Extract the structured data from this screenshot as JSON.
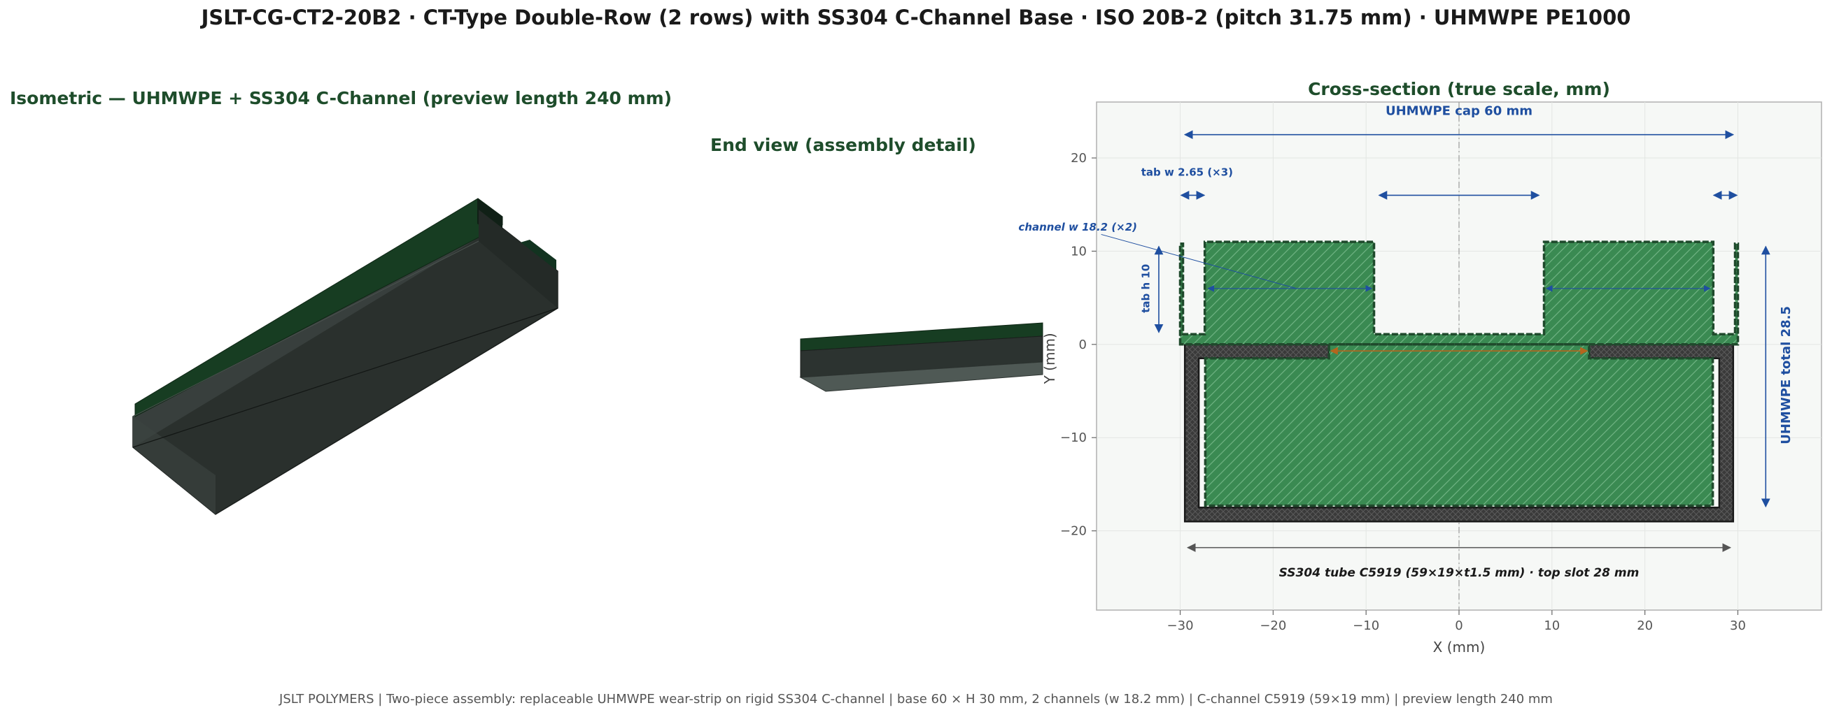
{
  "title": "JSLT-CG-CT2-20B2   ·   CT-Type Double-Row (2 rows) with SS304 C-Channel Base   ·   ISO 20B-2 (pitch 31.75 mm)   ·   UHMWPE PE1000",
  "panels": {
    "isometric_title": "Isometric — UHMWPE + SS304 C-Channel  (preview length 240 mm)",
    "end_view_title": "End view (assembly detail)",
    "section_title": "Cross-section (true scale, mm)"
  },
  "section": {
    "xlabel": "X  (mm)",
    "ylabel": "Y  (mm)",
    "xlim": [
      -39,
      39
    ],
    "ylim": [
      -28.5,
      26
    ],
    "xticks": [
      -30,
      -20,
      -10,
      0,
      10,
      20,
      30
    ],
    "yticks": [
      -20,
      -10,
      0,
      10,
      20
    ],
    "grid": true,
    "annotations": {
      "cap": "UHMWPE cap 60 mm",
      "tab_width": "tab w 2.65 (×3)",
      "channel_width": "channel w 18.2 (×2)",
      "tab_height": "tab h 10",
      "total_height": "UHMWPE total 28.5",
      "tube": "SS304 tube C5919  (59×19×t1.5 mm)  ·  top slot 28 mm"
    }
  },
  "footer": "JSLT POLYMERS  |  Two-piece assembly: replaceable UHMWPE wear-strip on rigid SS304 C-channel  |  base 60 × H 30 mm, 2 channels (w 18.2 mm)  |  C-channel C5919 (59×19 mm)  |  preview length 240 mm",
  "colors": {
    "uhmwpe_green": "#3a8a52",
    "uhmwpe_edge": "#1f4a2c",
    "steel_dark": "#3d3d3d",
    "dimension_blue": "#1f4fa0",
    "title_green": "#1e4d2b",
    "plot_bg": "#f6f8f6"
  }
}
